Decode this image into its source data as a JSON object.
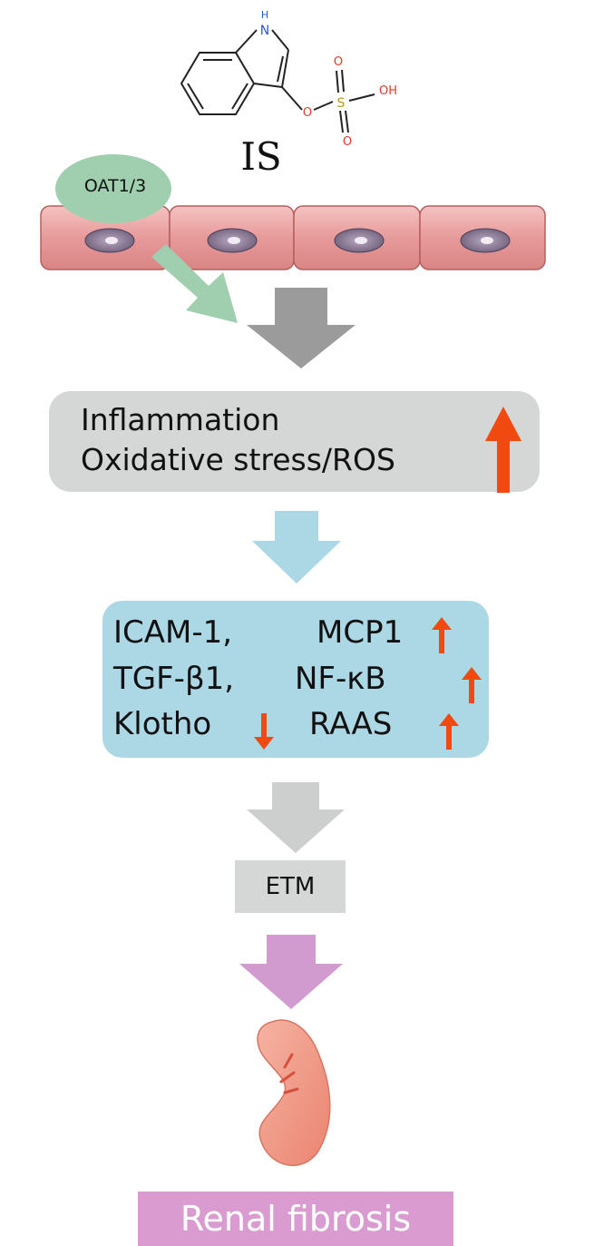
{
  "molecule": {
    "name": "IS",
    "atoms": {
      "nh": "H\nN",
      "o_link": "O",
      "s": "S",
      "oh": "OH",
      "o_top": "O",
      "o_bottom": "O"
    }
  },
  "transporter": {
    "label": "OAT1/3",
    "color": "#9fcfae"
  },
  "cells": {
    "count": 4,
    "color": "#e8a3a3",
    "nucleus_color": "#7b6a86"
  },
  "box1": {
    "lines": [
      "Inflammation",
      "Oxidative stress/ROS"
    ],
    "color": "#d4d7d5",
    "indicator": "up"
  },
  "box2": {
    "rows": [
      [
        "ICAM-1,",
        "MCP1"
      ],
      [
        "TGF-β1,",
        "NF-κB"
      ],
      [
        "Klotho",
        "RAAS"
      ]
    ],
    "indicators": [
      "up",
      "up",
      "down",
      "up"
    ],
    "color": "#acd8e6"
  },
  "etm": {
    "label": "ETM",
    "color": "#d4d7d5"
  },
  "result": {
    "label": "Renal fibrosis",
    "color": "#d99bd0"
  },
  "colors": {
    "arrow_gray": "#9b9b9b",
    "arrow_green": "#9fcfae",
    "arrow_blue": "#acd8e6",
    "arrow_lightgray": "#cccfcd",
    "arrow_purple": "#d29bd0",
    "indicator_red": "#f04a10",
    "kidney": "#f0917c"
  }
}
